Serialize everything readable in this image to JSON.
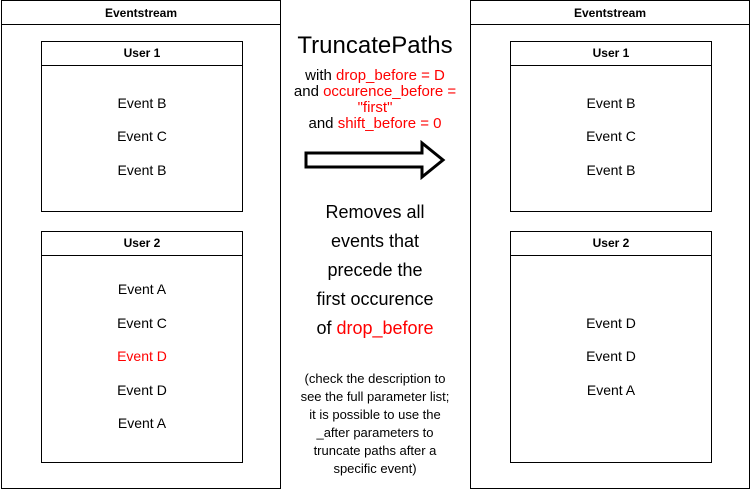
{
  "left_stream": {
    "title": "Eventstream",
    "users": [
      {
        "title": "User 1",
        "events": [
          {
            "label": "Event B",
            "highlight": false
          },
          {
            "label": "Event C",
            "highlight": false
          },
          {
            "label": "Event B",
            "highlight": false
          }
        ]
      },
      {
        "title": "User 2",
        "events": [
          {
            "label": "Event A",
            "highlight": false
          },
          {
            "label": "Event C",
            "highlight": false
          },
          {
            "label": "Event D",
            "highlight": true
          },
          {
            "label": "Event D",
            "highlight": false
          },
          {
            "label": "Event A",
            "highlight": false
          }
        ]
      }
    ]
  },
  "right_stream": {
    "title": "Eventstream",
    "users": [
      {
        "title": "User 1",
        "events": [
          {
            "label": "Event B"
          },
          {
            "label": "Event C"
          },
          {
            "label": "Event B"
          }
        ]
      },
      {
        "title": "User 2",
        "events": [
          {
            "label": "Event D"
          },
          {
            "label": "Event D"
          },
          {
            "label": "Event A"
          }
        ]
      }
    ]
  },
  "middle": {
    "title": "TruncatePaths",
    "params": {
      "with": "with",
      "drop_before": "drop_before = D",
      "and_1": "and",
      "occurence_before": "occurence_before =",
      "first": "\"first\"",
      "and_2": "and",
      "shift_before": "shift_before = 0"
    },
    "description": {
      "line1": "Removes all",
      "line2": "events that",
      "line3": "precede the",
      "line4": "first occurence",
      "line5_prefix": "of",
      "line5_highlight": "drop_before"
    },
    "note": {
      "line1": "(check the description to",
      "line2": "see the full parameter list;",
      "line3": "it is possible to use the",
      "line4": "_after parameters to",
      "line5": "truncate paths after a",
      "line6": "specific event)"
    }
  },
  "colors": {
    "highlight": "#ff0000",
    "border": "#000000",
    "background": "#ffffff"
  }
}
